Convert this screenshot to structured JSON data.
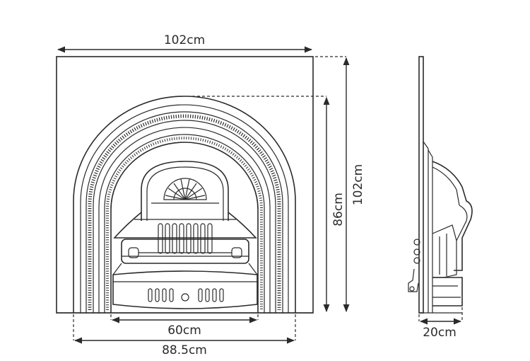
{
  "dimensions": {
    "width_top": "102cm",
    "height_outer": "102cm",
    "height_arch": "86cm",
    "width_opening": "60cm",
    "width_base": "88.5cm",
    "depth_side": "20cm"
  },
  "colors": {
    "line": "#2a2a2a",
    "background": "#ffffff"
  }
}
